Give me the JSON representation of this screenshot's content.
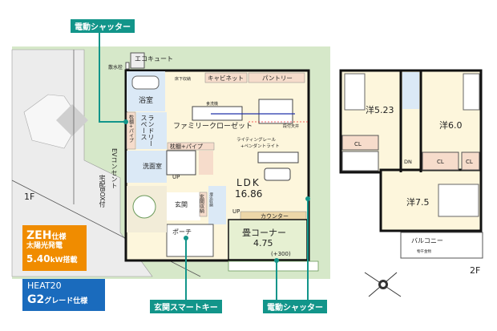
{
  "floor1": {
    "label": "1F",
    "rooms": {
      "eco_cute": "エコキュート",
      "sprinkler": "散水栓",
      "underfloor": "床下収納",
      "bath": "浴室",
      "shelf_pipe_1": "枕棚+パイプ",
      "laundry": "ランドリースペース",
      "family_closet": "ファミリークローゼット",
      "shelf_pipe_2": "枕棚+パイプ",
      "cabinet": "キャビネット",
      "pantry": "パントリー",
      "dishwasher": "食洗機",
      "stepped_ceiling": "段付天井",
      "lighting_rail": "ライティングレール",
      "pendant": "+ペンダントライト",
      "washroom": "洗面室",
      "up1": "UP",
      "ldk": "LDK",
      "ldk_size": "16.86",
      "entrance": "玄関",
      "entrance_storage": "玄関収納",
      "toilet_storage": "埋込収納",
      "up2": "UP",
      "counter": "カウンター",
      "tatami": "畳コーナー",
      "tatami_size": "4.75",
      "tatami_note": "(+300)",
      "porch": "ポーチ"
    },
    "ev_outlet": "EVコンセント",
    "delivery_box": "宅配BOX付"
  },
  "floor2": {
    "label": "2F",
    "rooms": {
      "room1": "洋5.23",
      "room2": "洋6.0",
      "room3": "洋7.5",
      "cl1": "CL",
      "cl2": "CL",
      "cl3": "CL",
      "dn": "DN",
      "balcony": "バルコニー",
      "drying": "物干金物"
    }
  },
  "callouts": {
    "shutter_top": "電動シャッター",
    "smart_key": "玄関スマートキー",
    "shutter_bottom": "電動シャッター"
  },
  "badges": {
    "zeh_title": "ZEH",
    "zeh_suffix": "仕様",
    "solar": "太陽光発電",
    "solar_kw": "5.40",
    "solar_unit": "kW搭載",
    "heat_line1": "HEAT20",
    "heat_grade": "G2",
    "heat_suffix": "グレード仕様"
  },
  "colors": {
    "site_green": "#d6e8c9",
    "road_gray": "#e8e8e8",
    "floor_cream": "#fdf6dc",
    "wet_blue": "#dbe9f6",
    "storage_peach": "#f6dccb",
    "tatami_green": "#e6f0d2",
    "callout_teal": "#12958a",
    "zeh_orange": "#f08c00",
    "heat_blue": "#1a6bbd"
  }
}
